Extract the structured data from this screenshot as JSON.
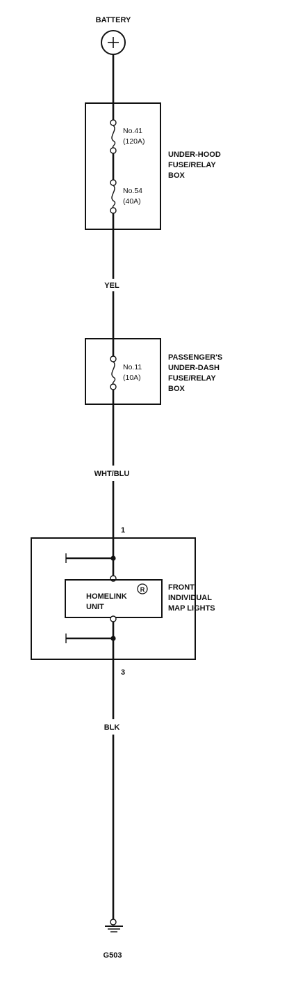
{
  "battery": {
    "label": "BATTERY"
  },
  "under_hood_box": {
    "label_lines": [
      "UNDER-HOOD",
      "FUSE/RELAY",
      "BOX"
    ],
    "fuses": [
      {
        "number": "No.41",
        "rating": "(120A)"
      },
      {
        "number": "No.54",
        "rating": "(40A)"
      }
    ]
  },
  "wires": {
    "w1": "YEL",
    "w2": "WHT/BLU",
    "w3": "BLK"
  },
  "under_dash_box": {
    "label_lines": [
      "PASSENGER'S",
      "UNDER-DASH",
      "FUSE/RELAY",
      "BOX"
    ],
    "fuses": [
      {
        "number": "No.11",
        "rating": "(10A)"
      }
    ]
  },
  "map_lights": {
    "label_lines": [
      "FRONT",
      "INDIVIDUAL",
      "MAP LIGHTS"
    ],
    "pin_in": "1",
    "pin_out": "3",
    "homelink": {
      "lines": [
        "HOMELINK",
        "UNIT"
      ],
      "registered_mark": "R"
    }
  },
  "ground": {
    "label": "G503"
  }
}
